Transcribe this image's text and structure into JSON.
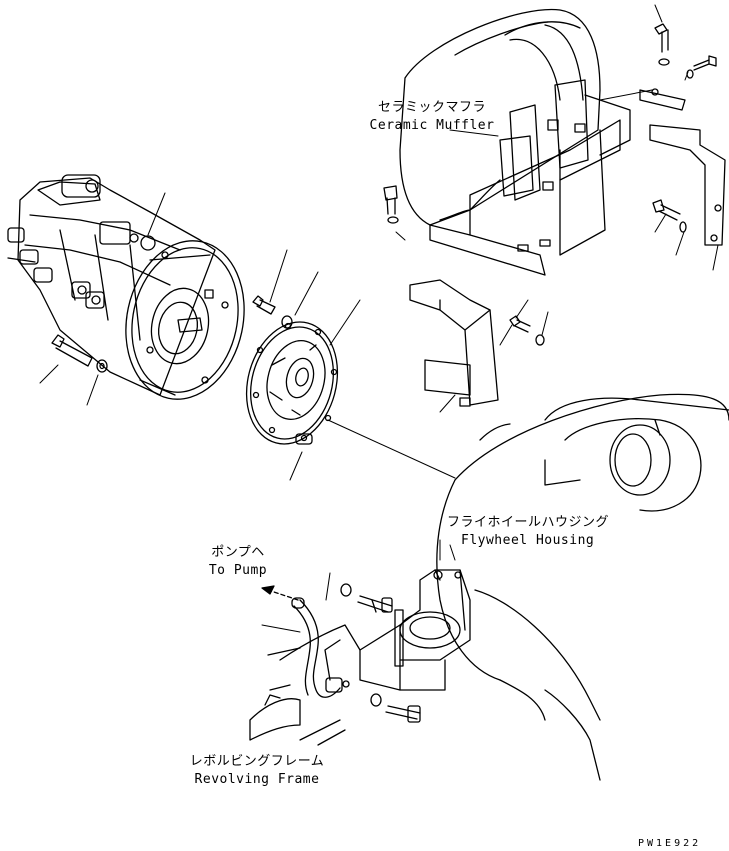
{
  "labels": {
    "muffler_jp": "セラミックマフラ",
    "muffler_en": "Ceramic Muffler",
    "flywheel_jp": "フライホイールハウジング",
    "flywheel_en": "Flywheel Housing",
    "pump_jp": "ポンプヘ",
    "pump_en": "To Pump",
    "frame_jp": "レボルビングフレーム",
    "frame_en": "Revolving Frame"
  },
  "drawing_code": "PW1E922"
}
